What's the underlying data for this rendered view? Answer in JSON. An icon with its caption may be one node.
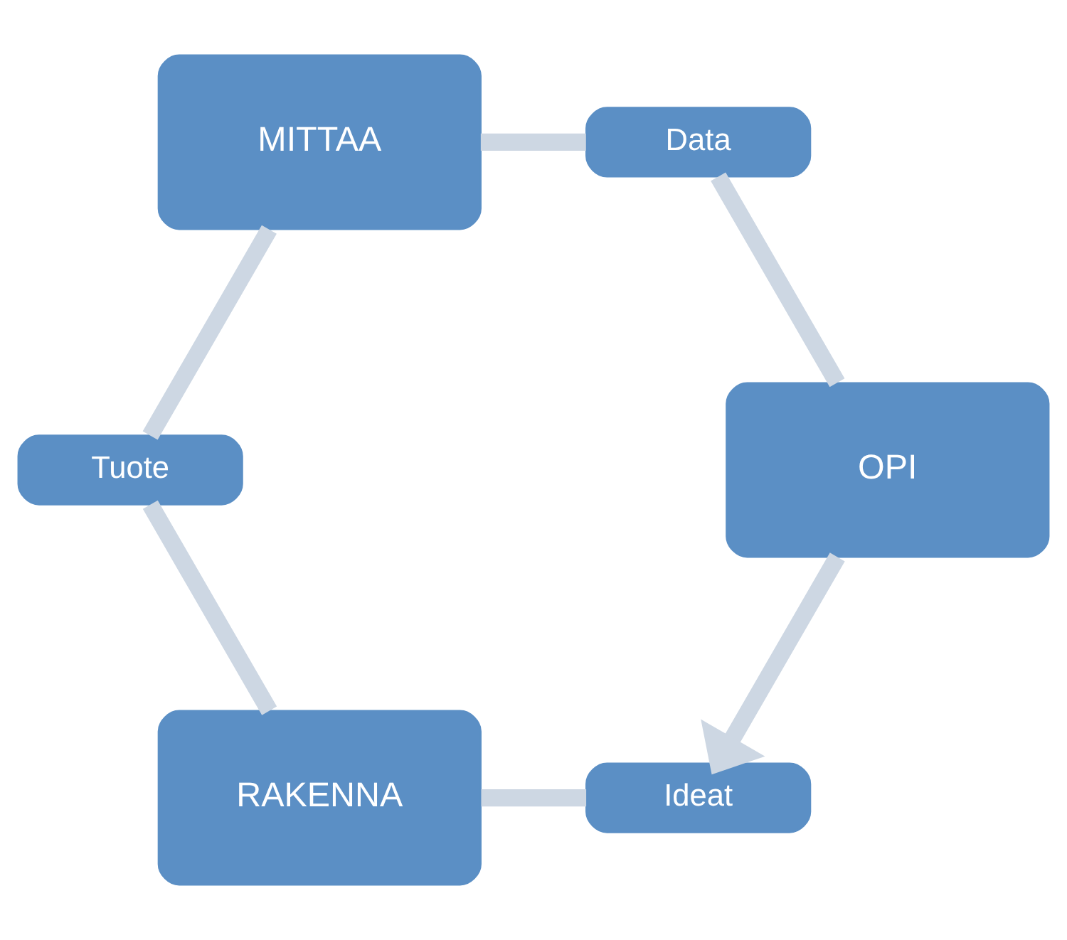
{
  "diagram": {
    "nodes": [
      {
        "text": [
          "Ideat"
        ]
      },
      {
        "text": [
          "OPI"
        ]
      },
      {
        "text": [
          "RAKENNA"
        ]
      },
      {
        "text": [
          "Data"
        ]
      },
      {
        "text": [
          "Tuote"
        ]
      },
      {
        "text": [
          "MITTAA"
        ]
      }
    ],
    "edges": [
      {
        "from": 0,
        "to": 2,
        "arrow": "none"
      },
      {
        "from": 2,
        "to": 4,
        "arrow": "none"
      },
      {
        "from": 4,
        "to": 5,
        "arrow": "none"
      },
      {
        "from": 5,
        "to": 3,
        "arrow": "none"
      },
      {
        "from": 3,
        "to": 1,
        "arrow": "none"
      },
      {
        "from": 1,
        "to": 0,
        "arrow": "to"
      }
    ]
  }
}
